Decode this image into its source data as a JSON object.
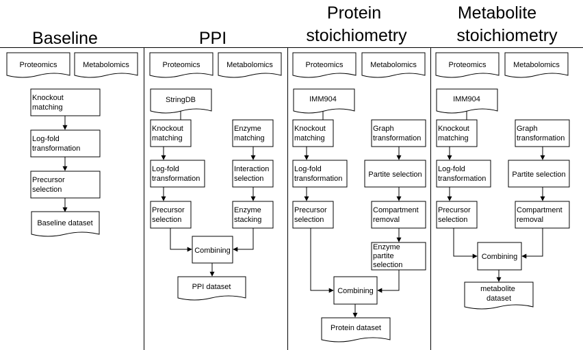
{
  "columns": [
    {
      "title": [
        "Baseline"
      ],
      "nodes": {
        "proteomics": "Proteomics",
        "metabolomics": "Metabolomics",
        "knockout_matching": [
          "Knockout",
          "matching"
        ],
        "log_fold": [
          "Log-fold",
          "transformation"
        ],
        "precursor": [
          "Precursor",
          "selection"
        ],
        "dataset": "Baseline dataset"
      }
    },
    {
      "title": [
        "PPI"
      ],
      "nodes": {
        "proteomics": "Proteomics",
        "metabolomics": "Metabolomics",
        "source_db": "StringDB",
        "knockout_matching": [
          "Knockout",
          "matching"
        ],
        "log_fold": [
          "Log-fold",
          "transformation"
        ],
        "precursor": [
          "Precursor",
          "selection"
        ],
        "enzyme_matching": [
          "Enzyme",
          "matching"
        ],
        "interaction_selection": [
          "Interaction",
          "selection"
        ],
        "enzyme_stacking": [
          "Enzyme",
          "stacking"
        ],
        "combining": "Combining",
        "dataset": "PPI dataset"
      }
    },
    {
      "title": [
        "Protein",
        "stoichiometry"
      ],
      "nodes": {
        "proteomics": "Proteomics",
        "metabolomics": "Metabolomics",
        "model": "IMM904",
        "knockout_matching": [
          "Knockout",
          "matching"
        ],
        "log_fold": [
          "Log-fold",
          "transformation"
        ],
        "precursor": [
          "Precursor",
          "selection"
        ],
        "graph_transformation": [
          "Graph",
          "transformation"
        ],
        "partite_selection": [
          "Partite selection"
        ],
        "compartment_removal": [
          "Compartment",
          "removal"
        ],
        "enzyme_partite_selection": [
          "Enzyme",
          "partite",
          "selection"
        ],
        "combining": "Combining",
        "dataset": "Protein dataset"
      }
    },
    {
      "title": [
        "Metabolite",
        "stoichiometry"
      ],
      "nodes": {
        "proteomics": "Proteomics",
        "metabolomics": "Metabolomics",
        "model": "IMM904",
        "knockout_matching": [
          "Knockout",
          "matching"
        ],
        "log_fold": [
          "Log-fold",
          "transformation"
        ],
        "precursor": [
          "Precursor",
          "selection"
        ],
        "graph_transformation": [
          "Graph",
          "transformation"
        ],
        "partite_selection": [
          "Partite selection"
        ],
        "compartment_removal": [
          "Compartment",
          "removal"
        ],
        "combining": "Combining",
        "dataset": [
          "metabolite",
          "dataset"
        ]
      }
    }
  ]
}
